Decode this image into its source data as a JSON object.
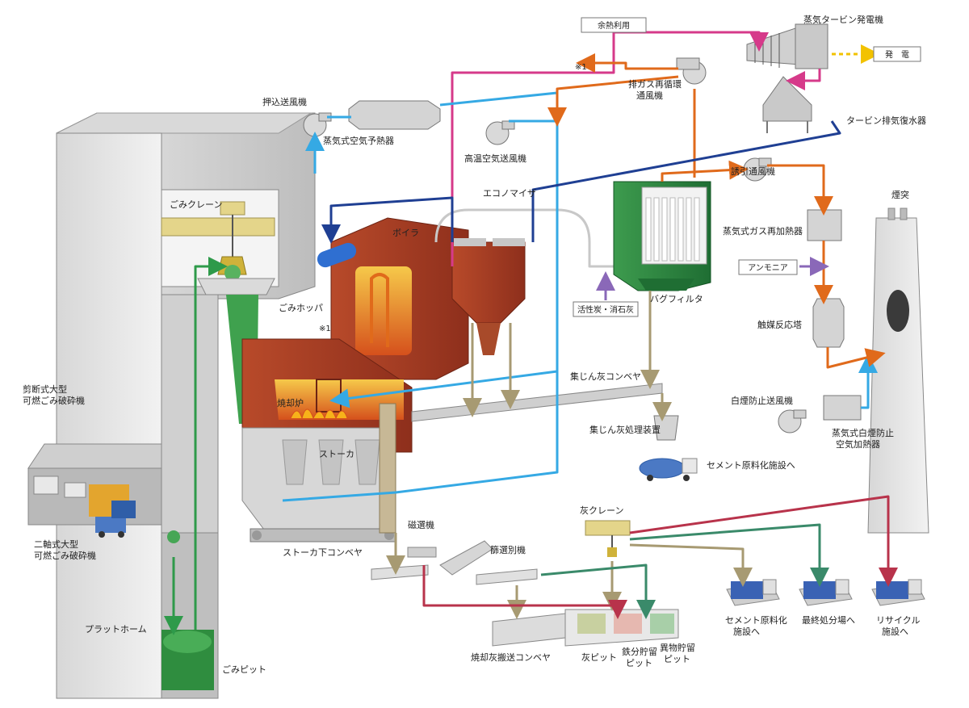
{
  "colors": {
    "steam_pink": "#d63a8a",
    "air_blue": "#35a9e4",
    "gas_orange": "#e06a1b",
    "water_navy": "#1f3f93",
    "waste_green": "#2e9a4a",
    "ash_tan": "#a79a72",
    "iron_red": "#b8334b",
    "teal": "#3a8a6a",
    "purple": "#8a68b8",
    "furnace_red": "#b84a2a"
  },
  "labels": {
    "waste_heat": "余熱利用",
    "turbine_generator": "蒸気タービン発電機",
    "power": "発　電",
    "note1_top": "※1",
    "exhaust_fan": "排ガス再循環",
    "exhaust_fan2": "通風機",
    "condenser": "タービン排気復水器",
    "push_fan": "押込送風機",
    "steam_air_heater": "蒸気式空気予熱器",
    "hot_air_fan": "高温空気送風機",
    "economizer": "エコノマイザ",
    "boiler": "ボイラ",
    "crane": "ごみクレーン",
    "hopper": "ごみホッパ",
    "note1_furnace": "※1",
    "furnace": "焼却炉",
    "stoker": "ストーカ",
    "stoker_conveyor": "ストーカ下コンベヤ",
    "induced_fan": "誘引通風機",
    "steam_gas_reheater": "蒸気式ガス再加熱器",
    "chimney": "煙突",
    "ammonia": "アンモニア",
    "catalyst_tower": "触媒反応塔",
    "bag_filter": "バグフィルタ",
    "activated_carbon": "活性炭・消石灰",
    "dust_conveyor": "集じん灰コンベヤ",
    "dust_treatment": "集じん灰処理装置",
    "cement_facility": "セメント原料化施設へ",
    "white_smoke_fan": "白煙防止送風機",
    "white_smoke_heater1": "蒸気式白煙防止",
    "white_smoke_heater2": "空気加熱器",
    "shear_crusher1": "剪断式大型",
    "shear_crusher2": "可燃ごみ破砕機",
    "biaxial_crusher1": "二軸式大型",
    "biaxial_crusher2": "可燃ごみ破砕機",
    "platform": "プラットホーム",
    "pit": "ごみピット",
    "magnet": "磁選機",
    "sieve": "篩選別機",
    "ash_crane": "灰クレーン",
    "ash_conveyor": "焼却灰搬送コンベヤ",
    "ash_pit": "灰ピット",
    "iron_pit1": "鉄分貯留",
    "iron_pit2": "ピット",
    "foreign_pit1": "異物貯留",
    "foreign_pit2": "ピット",
    "dest_cement1": "セメント原料化",
    "dest_cement2": "施設へ",
    "dest_landfill": "最終処分場へ",
    "dest_recycle1": "リサイクル",
    "dest_recycle2": "施設へ"
  }
}
